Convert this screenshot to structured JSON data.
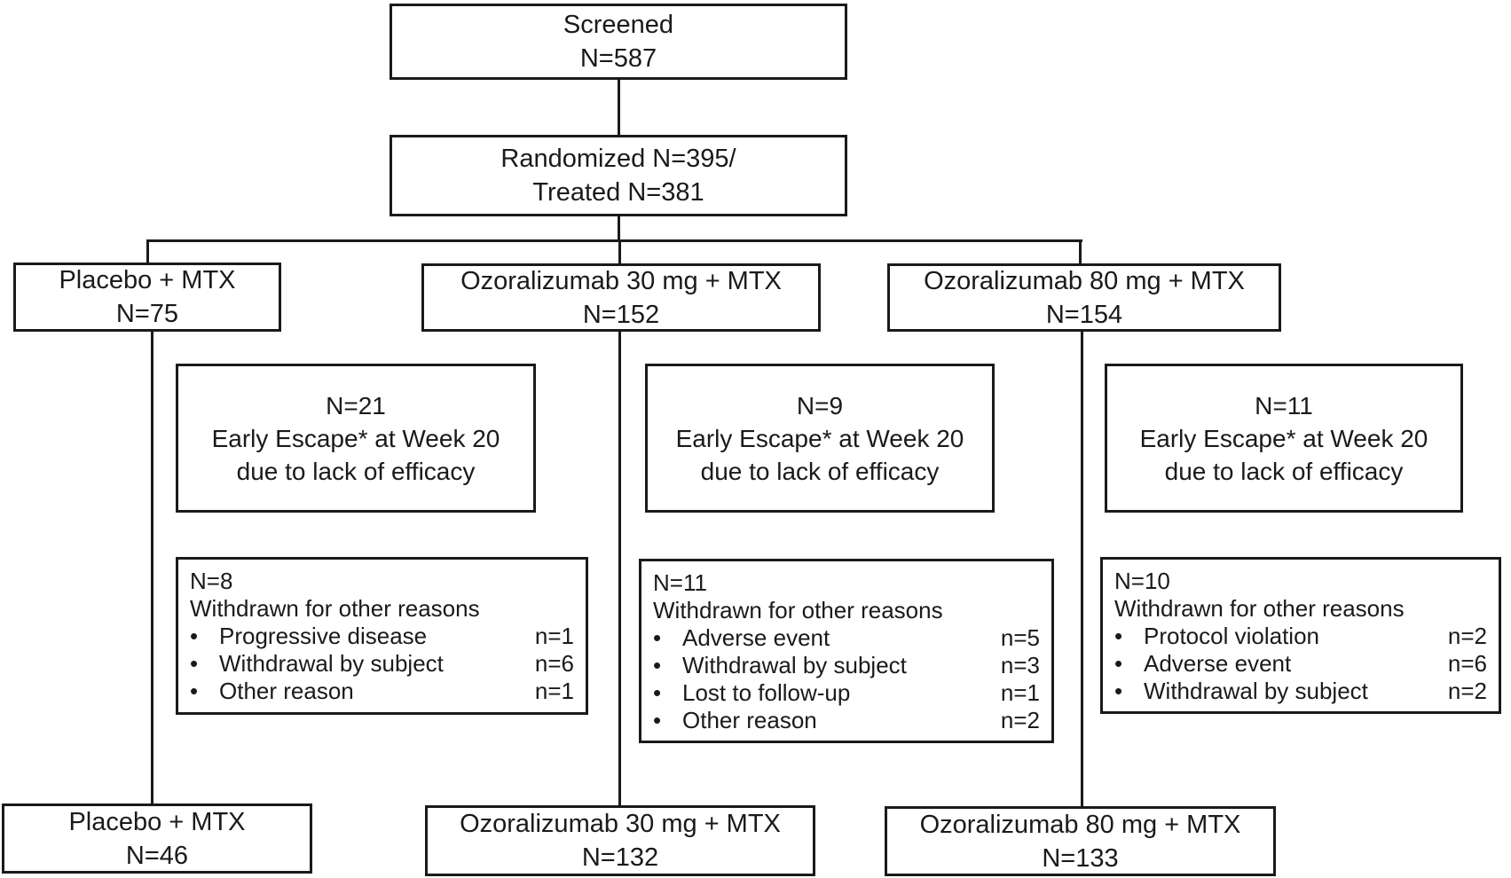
{
  "diagram": {
    "title_semantic": "Patient disposition flow diagram",
    "bullet": "•",
    "colors": {
      "border": "#1a1a1a",
      "text": "#1a1a1a",
      "background": "#ffffff"
    },
    "screened": {
      "line1": "Screened",
      "line2": "N=587"
    },
    "randomized": {
      "line1": "Randomized N=395/",
      "line2": "Treated N=381"
    },
    "arms": [
      {
        "name": "Placebo + MTX",
        "n": "N=75"
      },
      {
        "name": "Ozoralizumab 30 mg + MTX",
        "n": "N=152"
      },
      {
        "name": "Ozoralizumab 80 mg + MTX",
        "n": "N=154"
      }
    ],
    "early_escape": [
      {
        "n": "N=21",
        "line2": "Early Escape* at Week 20",
        "line3": "due to lack of efficacy"
      },
      {
        "n": "N=9",
        "line2": "Early Escape* at Week 20",
        "line3": "due to lack of efficacy"
      },
      {
        "n": "N=11",
        "line2": "Early Escape* at Week 20",
        "line3": "due to lack of efficacy"
      }
    ],
    "withdrawn": [
      {
        "n": "N=8",
        "title": "Withdrawn for other reasons",
        "reasons": [
          {
            "label": "Progressive disease",
            "count": "n=1"
          },
          {
            "label": "Withdrawal by subject",
            "count": "n=6"
          },
          {
            "label": "Other reason",
            "count": "n=1"
          }
        ]
      },
      {
        "n": "N=11",
        "title": "Withdrawn for other reasons",
        "reasons": [
          {
            "label": "Adverse event",
            "count": "n=5"
          },
          {
            "label": "Withdrawal by subject",
            "count": "n=3"
          },
          {
            "label": "Lost to follow-up",
            "count": "n=1"
          },
          {
            "label": "Other reason",
            "count": "n=2"
          }
        ]
      },
      {
        "n": "N=10",
        "title": "Withdrawn for other reasons",
        "reasons": [
          {
            "label": "Protocol violation",
            "count": "n=2"
          },
          {
            "label": "Adverse event",
            "count": "n=6"
          },
          {
            "label": "Withdrawal by subject",
            "count": "n=2"
          }
        ]
      }
    ],
    "completed": [
      {
        "name": "Placebo + MTX",
        "n": "N=46"
      },
      {
        "name": "Ozoralizumab 30 mg + MTX",
        "n": "N=132"
      },
      {
        "name": "Ozoralizumab 80 mg + MTX",
        "n": "N=133"
      }
    ]
  }
}
